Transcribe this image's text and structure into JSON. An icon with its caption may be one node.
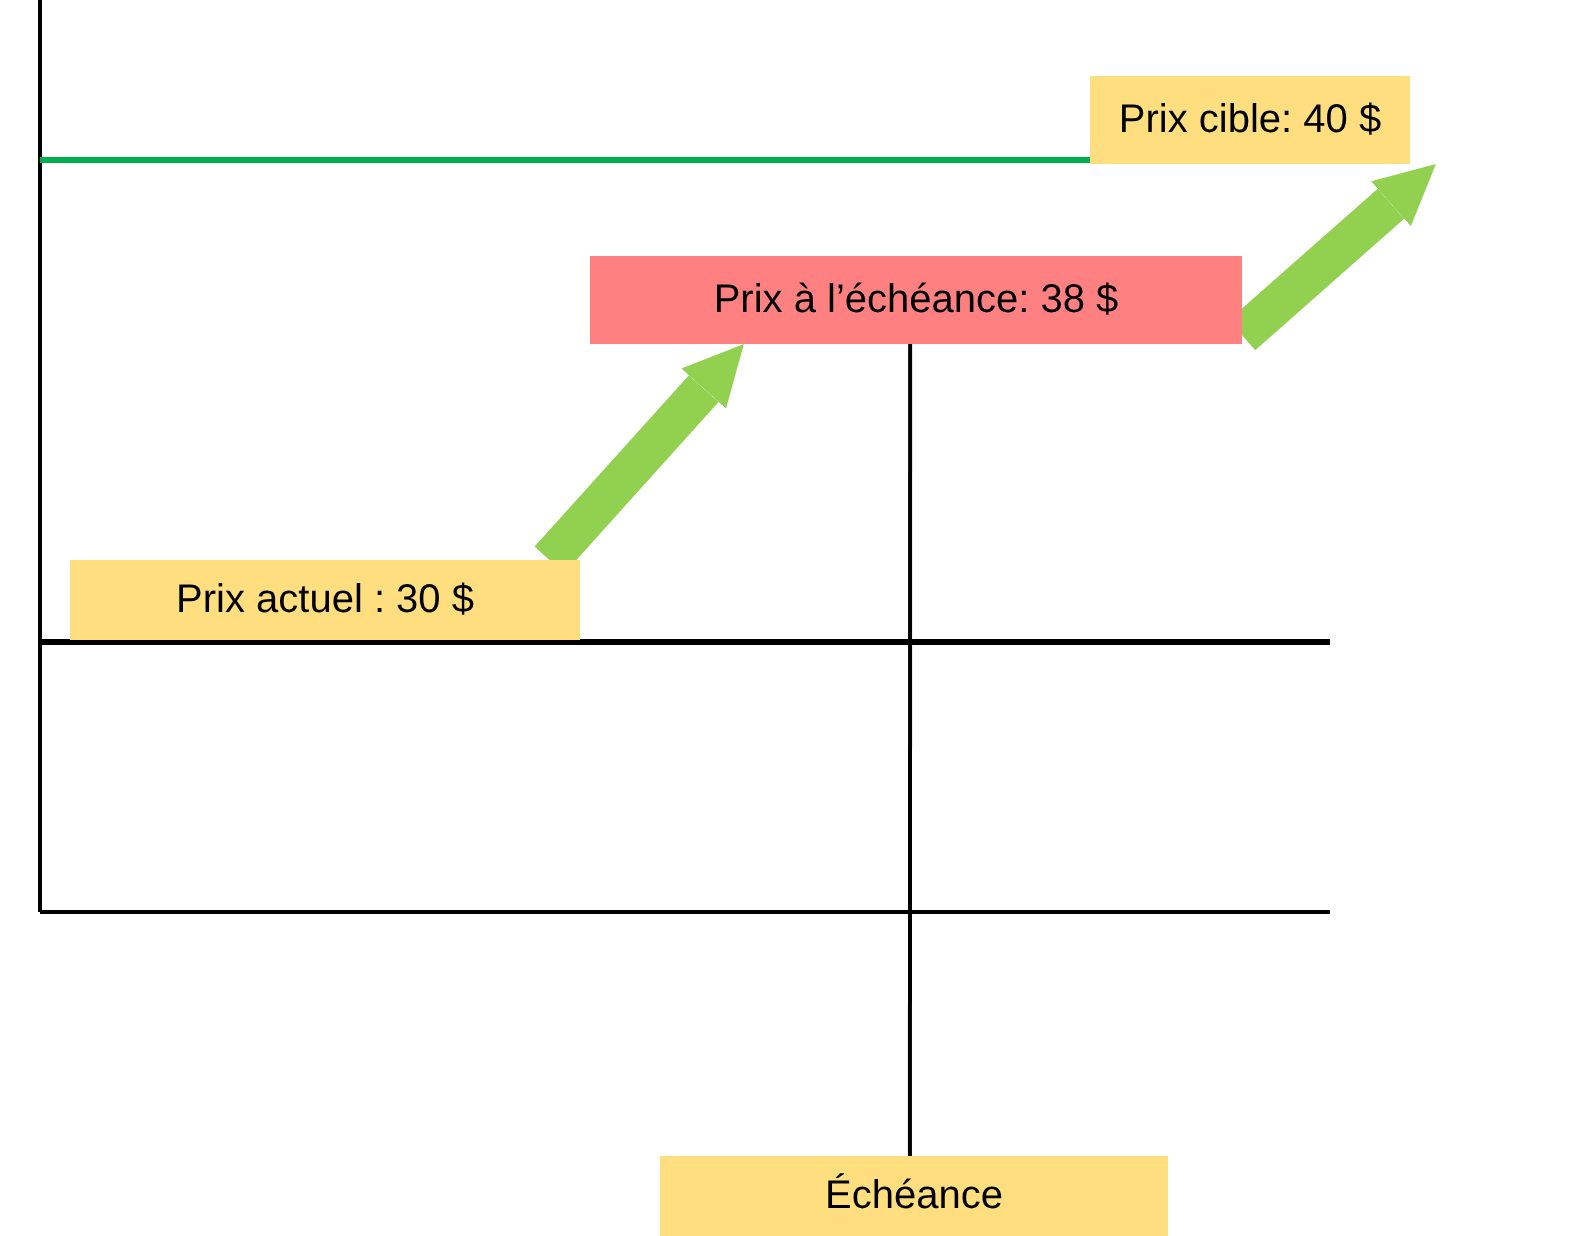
{
  "diagram": {
    "nodes": [
      {
        "text": [
          "Prix cible: 40 $"
        ]
      },
      {
        "text": [
          "Prix à l’échéance: 38 $"
        ]
      },
      {
        "text": [
          "Prix actuel : 30 $"
        ]
      },
      {
        "text": [
          "Échéance"
        ]
      }
    ],
    "edges": [
      {
        "from": 2,
        "to": 1,
        "arrow": "to",
        "color": "#92d050"
      },
      {
        "from": 1,
        "to": 0,
        "arrow": "to",
        "color": "#92d050"
      },
      {
        "from": 1,
        "to": 3,
        "arrow": "none",
        "color": "#000000"
      }
    ]
  }
}
